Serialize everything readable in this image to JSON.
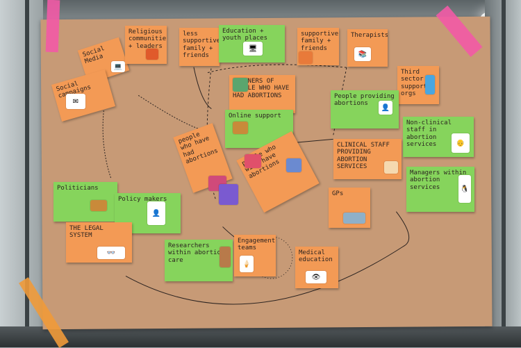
{
  "notes": {
    "social_media": "Social Media",
    "religious_communities": "Religious communities + leaders",
    "less_supportive": "less supportive family + friends",
    "education_youth": "Education + youth places",
    "supportive_family": "supportive family + friends",
    "therapists": "Therapists",
    "social_campaigns": "Social campaigns",
    "partners": "PARTNERS OF PEOPLE WHO HAVE HAD ABORTIONS",
    "third_sector": "Third sector support orgs",
    "people_providing": "People providing abortions",
    "online_support": "Online support",
    "non_clinical_staff": "Non-clinical staff in abortion services",
    "clinical_staff": "CLINICAL STAFF PROVIDING ABORTION SERVICES",
    "people_who_have": "people who have had abortions",
    "people_who_will": "people who will have abortions",
    "managers": "Managers within abortion services",
    "politicians": "Politicians",
    "policy_makers": "Policy makers",
    "gps": "GPs",
    "legal_system": "THE LEGAL SYSTEM",
    "researchers": "Researchers within abortion care",
    "engagement_teams": "Engagement teams",
    "medical_education": "Medical education"
  }
}
